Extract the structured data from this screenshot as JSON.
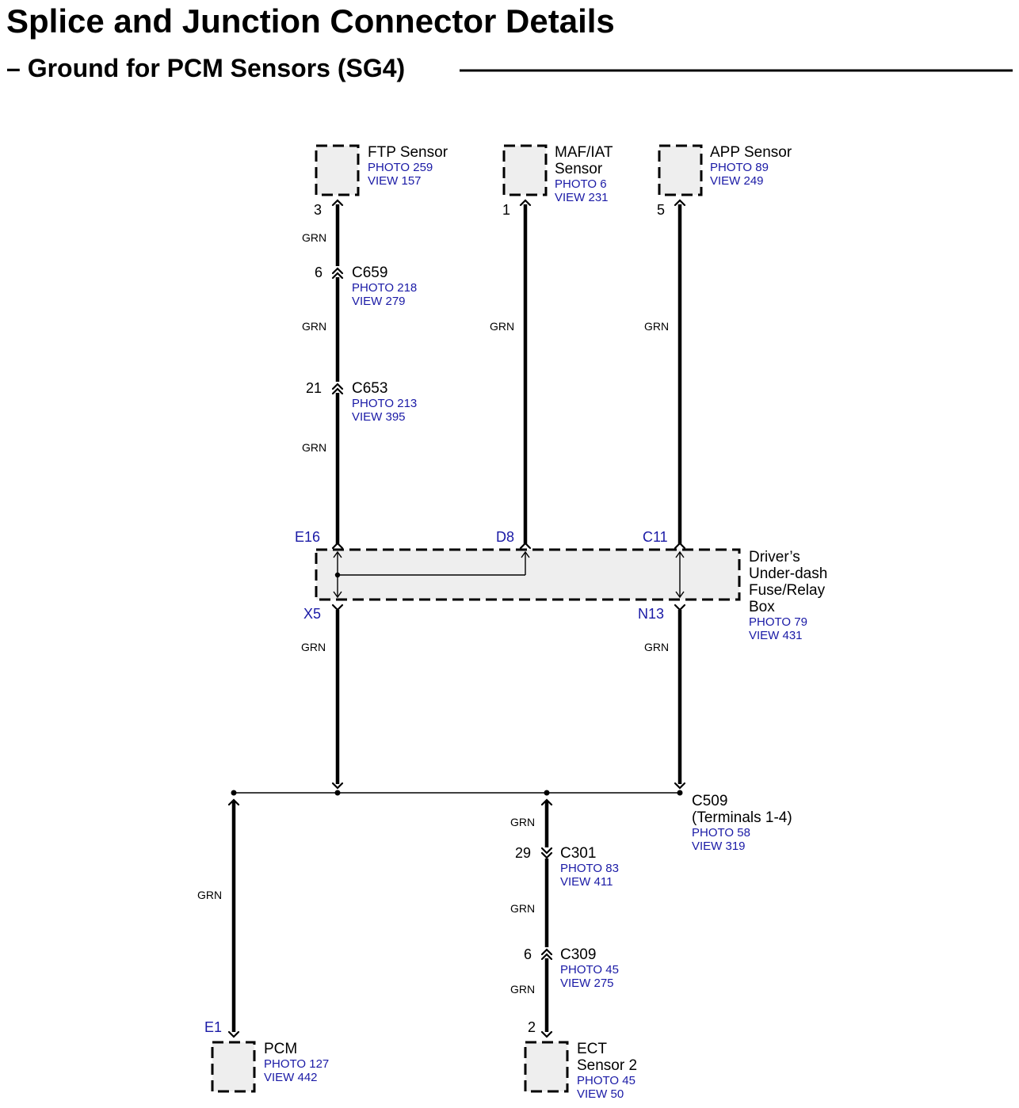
{
  "title": "Splice and Junction Connector Details",
  "subtitle": "– Ground for PCM Sensors (SG4)",
  "wire_color": "GRN",
  "colors": {
    "link": "#1a1aa6",
    "line": "#000000",
    "fill": "#eeeeee"
  },
  "components": {
    "ftp": {
      "name": "FTP Sensor",
      "photo": "PHOTO 259",
      "view": "VIEW 157",
      "pin": "3"
    },
    "maf": {
      "name_line1": "MAF/IAT",
      "name_line2": "Sensor",
      "photo": "PHOTO 6",
      "view": "VIEW 231",
      "pin": "1"
    },
    "app": {
      "name": "APP Sensor",
      "photo": "PHOTO 89",
      "view": "VIEW 249",
      "pin": "5"
    },
    "pcm": {
      "name": "PCM",
      "photo": "PHOTO 127",
      "view": "VIEW 442",
      "pin": "E1"
    },
    "ect": {
      "name_line1": "ECT",
      "name_line2": "Sensor 2",
      "photo": "PHOTO 45",
      "view": "VIEW 50",
      "pin": "2"
    }
  },
  "connectors": {
    "c659": {
      "name": "C659",
      "photo": "PHOTO 218",
      "view": "VIEW 279",
      "pin": "6"
    },
    "c653": {
      "name": "C653",
      "photo": "PHOTO 213",
      "view": "VIEW 395",
      "pin": "21"
    },
    "c301": {
      "name": "C301",
      "photo": "PHOTO 83",
      "view": "VIEW 411",
      "pin": "29"
    },
    "c309": {
      "name": "C309",
      "photo": "PHOTO 45",
      "view": "VIEW 275",
      "pin": "6"
    },
    "c509": {
      "name": "C509",
      "terminals": "(Terminals 1-4)",
      "photo": "PHOTO 58",
      "view": "VIEW 319"
    }
  },
  "fuse_box": {
    "lines": [
      "Driver’s",
      "Under-dash",
      "Fuse/Relay",
      "Box"
    ],
    "photo": "PHOTO 79",
    "view": "VIEW 431",
    "pins": {
      "e16": "E16",
      "d8": "D8",
      "c11": "C11",
      "x5": "X5",
      "n13": "N13"
    }
  }
}
